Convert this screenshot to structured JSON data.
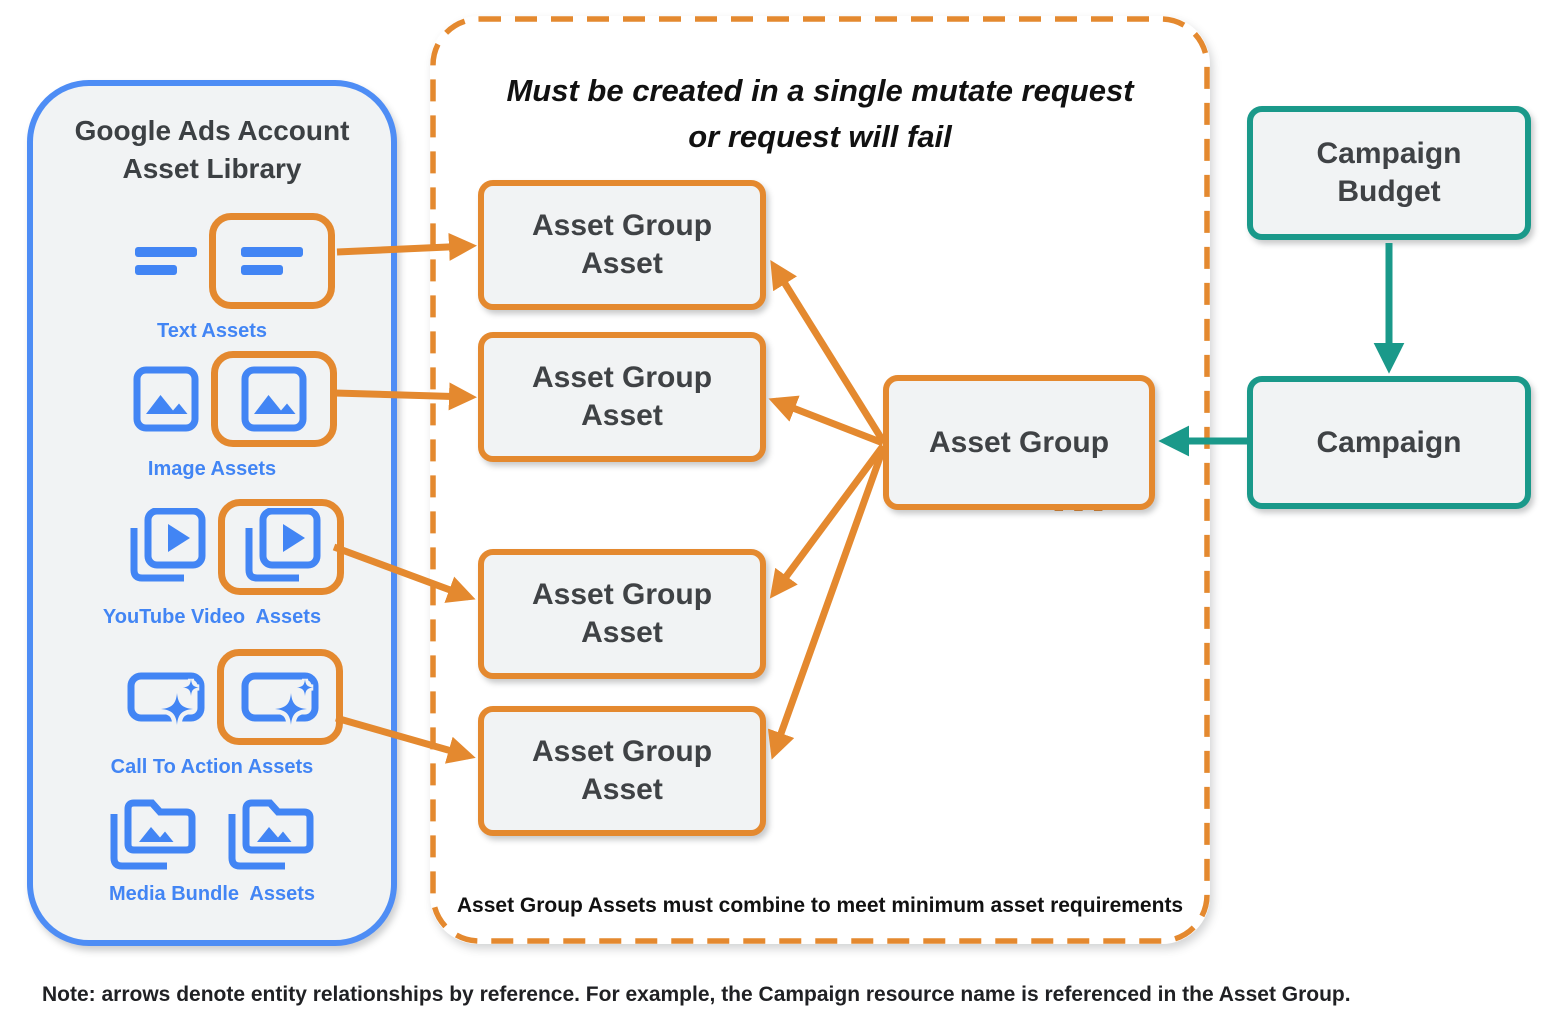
{
  "library": {
    "title": {
      "line1": "Google Ads Account",
      "line2": "Asset Library"
    },
    "rows": [
      {
        "icon": "text-asset-icon",
        "label": "Text Assets",
        "highlighted": true
      },
      {
        "icon": "image-asset-icon",
        "label": "Image Assets",
        "highlighted": true
      },
      {
        "icon": "youtube-video-asset-icon",
        "label": "YouTube Video  Assets",
        "highlighted": true
      },
      {
        "icon": "call-to-action-asset-icon",
        "label": "Call To Action Assets",
        "highlighted": true
      },
      {
        "icon": "media-bundle-asset-icon",
        "label": "Media Bundle  Assets",
        "highlighted": false
      }
    ]
  },
  "mutate_group": {
    "title": {
      "line1": "Must be created in a single mutate request",
      "line2": "or request will fail"
    },
    "asset_group_asset_boxes": [
      {
        "line1": "Asset Group",
        "line2": "Asset"
      },
      {
        "line1": "Asset Group",
        "line2": "Asset"
      },
      {
        "line1": "Asset Group",
        "line2": "Asset"
      },
      {
        "line1": "Asset Group",
        "line2": "Asset"
      }
    ],
    "ellipsis": "...",
    "caption": "Asset Group Assets must combine to meet minimum asset requirements"
  },
  "entities": {
    "asset_group": {
      "label": "Asset Group"
    },
    "campaign_budget": {
      "line1": "Campaign",
      "line2": "Budget"
    },
    "campaign": {
      "label": "Campaign"
    }
  },
  "note": "Note: arrows denote entity relationships by reference. For example, the Campaign resource name is referenced in the Asset Group.",
  "colors": {
    "orange": "#E4892F",
    "blue_icon": "#4285F4",
    "blue_border": "#4E8DF5",
    "teal": "#1A998A",
    "box_bg": "#F1F3F4",
    "text_dark": "#3F4245"
  }
}
